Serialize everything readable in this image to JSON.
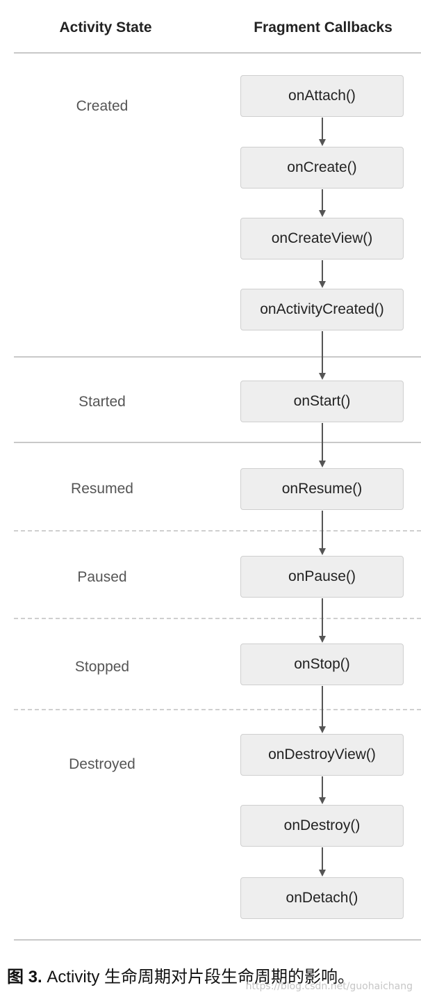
{
  "headers": {
    "activity_state": "Activity State",
    "fragment_callbacks": "Fragment Callbacks"
  },
  "states": [
    "Created",
    "Started",
    "Resumed",
    "Paused",
    "Stopped",
    "Destroyed"
  ],
  "callbacks": [
    "onAttach()",
    "onCreate()",
    "onCreateView()",
    "onActivityCreated()",
    "onStart()",
    "onResume()",
    "onPause()",
    "onStop()",
    "onDestroyView()",
    "onDestroy()",
    "onDetach()"
  ],
  "caption": {
    "label": "图 3.",
    "text": " Activity 生命周期对片段生命周期的影响。"
  },
  "watermark": "https://blog.csdn.net/guohaichang"
}
